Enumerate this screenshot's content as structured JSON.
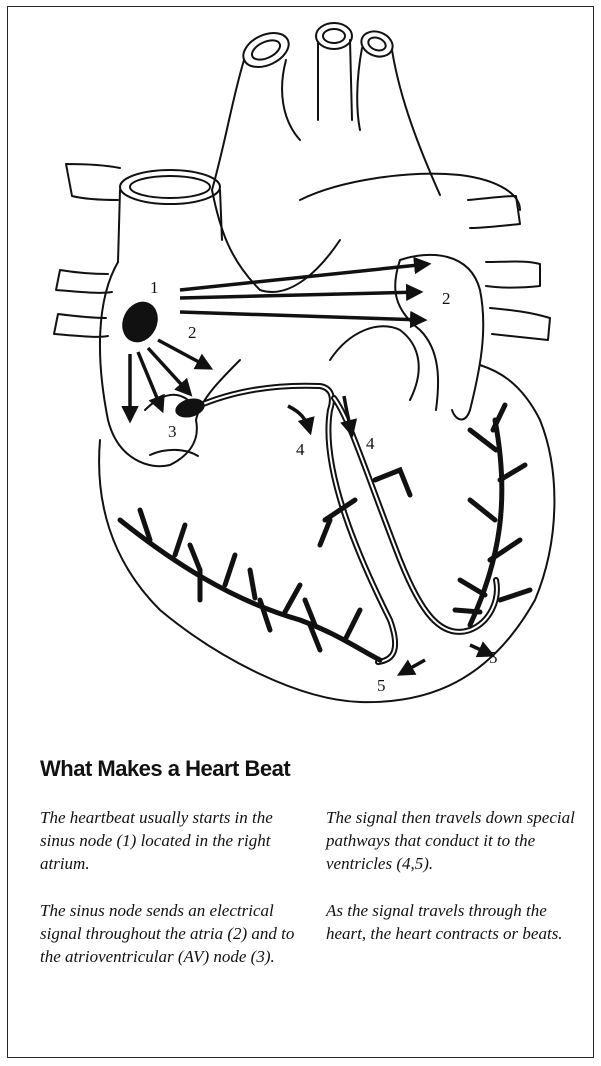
{
  "diagram": {
    "labels": {
      "sinus_node": "1",
      "atria_right": "2",
      "atria_left": "2",
      "av_node": "3",
      "pathway_left": "4",
      "pathway_right": "4",
      "ventricle_right": "5",
      "ventricle_bottom": "5"
    }
  },
  "title": "What Makes a Heart Beat",
  "left_column": {
    "para1": "The heartbeat usually starts in the sinus node (1) located in the right atrium.",
    "para2": "The sinus node sends an electrical signal throughout the atria (2) and to the atrioventricular (AV) node (3)."
  },
  "right_column": {
    "para1": "The signal then travels down special pathways that conduct it to the ventricles (4,5).",
    "para2": "As the signal travels through the heart, the heart contracts or beats."
  }
}
